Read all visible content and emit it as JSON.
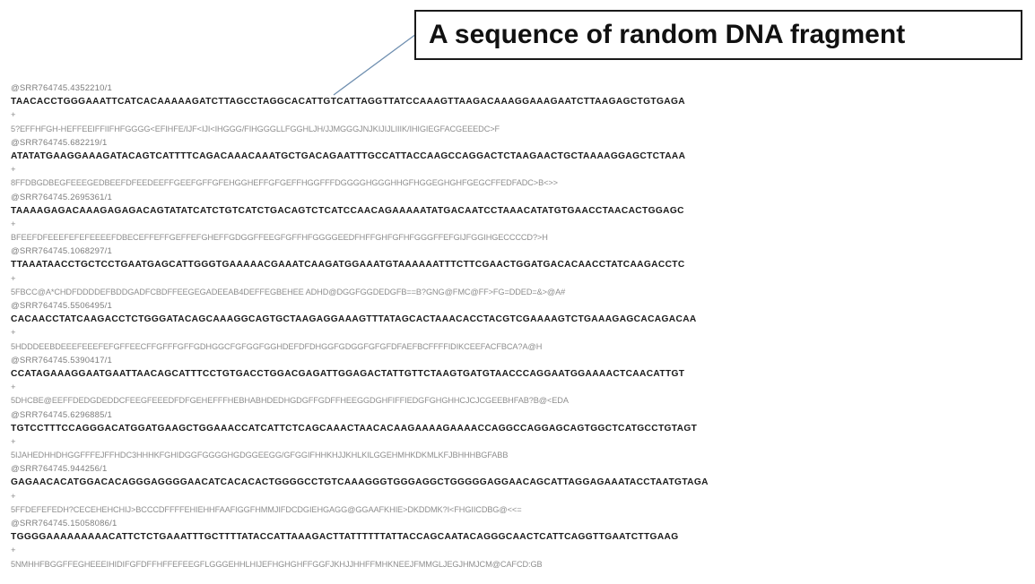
{
  "callout": {
    "text": "A sequence of random DNA fragment"
  },
  "records": [
    {
      "header": "@SRR764745.4352210/1",
      "sequence": "TAACACCTGGGAAATTCATCACAAAAAGATCTTAGCCTAGGCACATTGTCATTAGGTTATCCAAAGTTAAGACAAAGGAAAGAATCTTAAGAGCTGTGAGA",
      "separator": "+",
      "quality": "5?EFFHFGH-HEFFEEIFFIIFHFGGGG<EFIHFE/IJF<IJI<IHGGG/FIHGGGLLFGGHLJH/JJMGGGJNJKIJIJLIIIK/IHIGIEGFACGEEEDC>F"
    },
    {
      "header": "@SRR764745.682219/1",
      "sequence": "ATATATGAAGGAAAGATACAGTCATTTTCAGACAAACAAATGCTGACAGAATTTGCCATTACCAAGCCAGGACTCTAAGAACTGCTAAAAGGAGCTCTAAA",
      "separator": "+",
      "quality": "8FFDBGDBEGFEEEGEDBEEFDFEEDEEFFGEEFGFFGFEHGGHEFFGFGEFFHGGFFFDGGGGHGGGHHGFHGGEGHGHFGEGCFFEDFADC>B<>>"
    },
    {
      "header": "@SRR764745.2695361/1",
      "sequence": "TAAAAGAGACAAAGAGAGACAGTATATCATCTGTCATCTGACAGTCTCATCCAACAGAAAAATATGACAATCCTAAACATATGTGAACCTAACACTGGAGC",
      "separator": "+",
      "quality": "BFEEFDFEEEFEFEFEEEEFDBECEFFEFFGEFFEFGHEFFGDGGFFEEGFGFFHFGGGGEEDFHFFGHFGFHFGGGFFEFGIJFGGIHGECCCCD?>H"
    },
    {
      "header": "@SRR764745.1068297/1",
      "sequence": "TTAAATAACCTGCTCCTGAATGAGCATTGGGTGAAAAACGAAATCAAGATGGAAATGTAAAAAATTTCTTCGAACTGGATGACACAACCTATCAAGACCTC",
      "separator": "+",
      "quality": "5FBCC@A*CHDFDDDDEFBDDGADFCBDFFEEGEGADEEAB4DEFFEGBEHEE ADHD@DGGFGGDEDGFB==B?GNG@FMC@FF>FG=DDED=&>@A#"
    },
    {
      "header": "@SRR764745.5506495/1",
      "sequence": "CACAACCTATCAAGACCTCTGGGATACAGCAAAGGCAGTGCTAAGAGGAAAGTTTATAGCACTAAACACCTACGTCGAAAAGTCTGAAAGAGCACAGACAA",
      "separator": "+",
      "quality": "5HDDDEEBDEEEFEEEFEFGFFEECFFGFFFGFFGDHGGCFGFGGFGGHDEFDFDHGGFGDGGFGFGFDFAEFBCFFFFIDIKCEEFACFBCA?A@H"
    },
    {
      "header": "@SRR764745.5390417/1",
      "sequence": "CCATAGAAAGGAATGAATTAACAGCATTTCCTGTGACCTGGACGAGATTGGAGACTATTGTTCTAAGTGATGTAACCCAGGAATGGAAAACTCAACATTGT",
      "separator": "+",
      "quality": "5DHCBE@EEFFDEDGDEDDCFEEGFEEEDFDFGEHEFFFHEBHABHDEDHGDGFFGDFFHEEGGDGHFIFFIEDGFGHGHHCJCJCGEEBHFAB?B@<EDA"
    },
    {
      "header": "@SRR764745.6296885/1",
      "sequence": "TGTCCTTTCCAGGGACATGGATGAAGCTGGAAACCATCATTCTCAGCAAACTAACACAAGAAAAGAAAACCAGGCCAGGAGCAGTGGCTCATGCCTGTAGT",
      "separator": "+",
      "quality": "5IJAHEDHHDHGGFFFEJFFHDC3HHHKFGHIDGGFGGGGHGDGGEEGG/GFGGIFHHKHJJKHLKILGGEHMHKDKMLKFJBHHHBGFABB"
    },
    {
      "header": "@SRR764745.944256/1",
      "sequence": "GAGAACACATGGACACAGGGAGGGGAACATCACACACTGGGGCCTGTCAAAGGGTGGGAGGCTGGGGGAGGAACAGCATTAGGAGAAATACCTAATGTAGA",
      "separator": "+",
      "quality": "5FFDEFEFEDH?CECEHEHCHIJ>BCCCDFFFFEHIEHHFAAFIGGFHMMJIFDCDGIEHGAGG@GGAAFKHIE>DKDDMK?I<FHGIICDBG@<<="
    },
    {
      "header": "@SRR764745.15058086/1",
      "sequence": "TGGGGAAAAAAAAACATTCTCTGAAATTTGCTTTTATACCATTAAAGACTTATTTTTTATTACCAGCAATACAGGGCAACTCATTCAGGTTGAATCTTGAAG",
      "separator": "+",
      "quality": "5NMHHFBGGFFEGHEEEIHIDIFGFDFFHFFEFEEGFLGGGEHHLHIJEFHGHGHFFGGFJKHJJHHFFMHKNEEJFMMGLJEGJHMJCM@CAFCD:GB"
    }
  ]
}
